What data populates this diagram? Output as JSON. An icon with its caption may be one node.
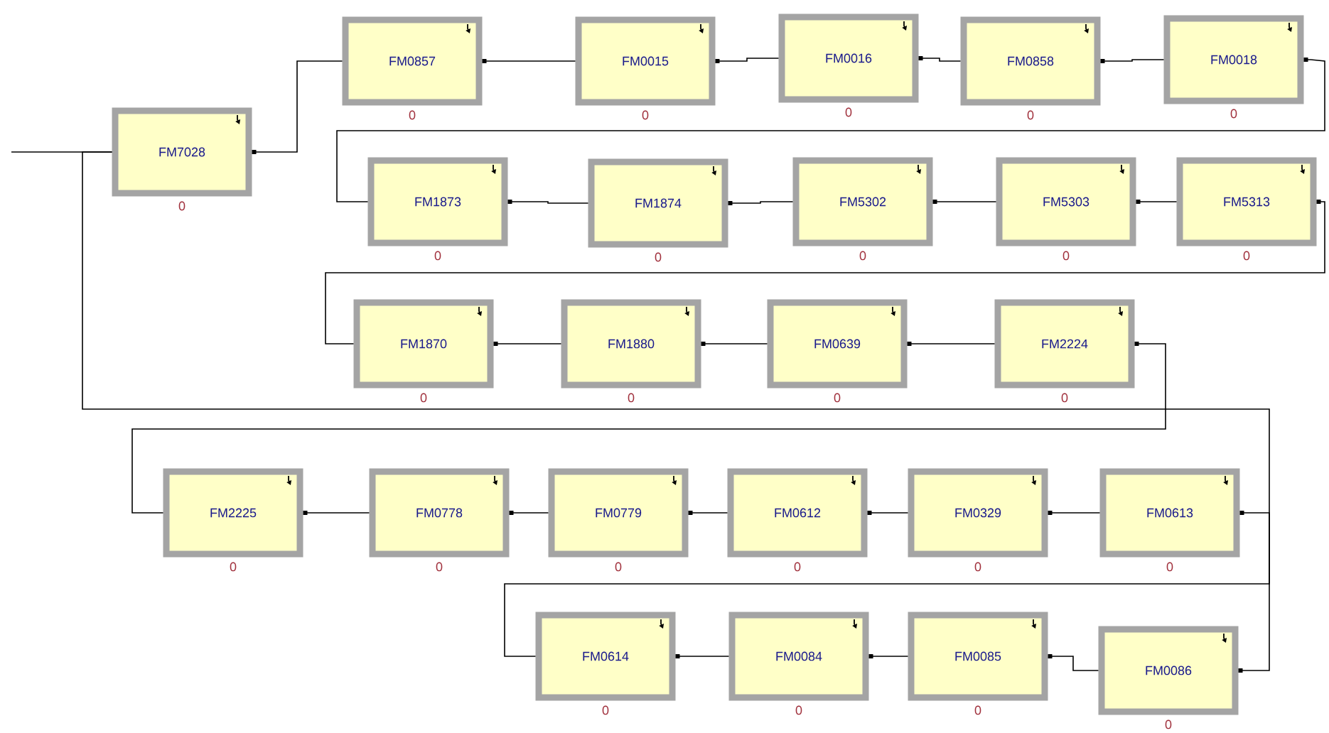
{
  "diagram": {
    "nodes": [
      {
        "text": [
          "FM7028"
        ],
        "beside": [
          "0"
        ]
      },
      {
        "text": [
          "FM0857"
        ],
        "beside": [
          "0"
        ]
      },
      {
        "text": [
          "FM0015"
        ],
        "beside": [
          "0"
        ]
      },
      {
        "text": [
          "FM0016"
        ],
        "beside": [
          "0"
        ]
      },
      {
        "text": [
          "FM0858"
        ],
        "beside": [
          "0"
        ]
      },
      {
        "text": [
          "FM0018"
        ],
        "beside": [
          "0"
        ]
      },
      {
        "text": [
          "FM1873"
        ],
        "beside": [
          "0"
        ]
      },
      {
        "text": [
          "FM1874"
        ],
        "beside": [
          "0"
        ]
      },
      {
        "text": [
          "FM5302"
        ],
        "beside": [
          "0"
        ]
      },
      {
        "text": [
          "FM5303"
        ],
        "beside": [
          "0"
        ]
      },
      {
        "text": [
          "FM5313"
        ],
        "beside": [
          "0"
        ]
      },
      {
        "text": [
          "FM1870"
        ],
        "beside": [
          "0"
        ]
      },
      {
        "text": [
          "FM1880"
        ],
        "beside": [
          "0"
        ]
      },
      {
        "text": [
          "FM0639"
        ],
        "beside": [
          "0"
        ]
      },
      {
        "text": [
          "FM2224"
        ],
        "beside": [
          "0"
        ]
      },
      {
        "text": [
          "FM2225"
        ],
        "beside": [
          "0"
        ]
      },
      {
        "text": [
          "FM0778"
        ],
        "beside": [
          "0"
        ]
      },
      {
        "text": [
          "FM0779"
        ],
        "beside": [
          "0"
        ]
      },
      {
        "text": [
          "FM0612"
        ],
        "beside": [
          "0"
        ]
      },
      {
        "text": [
          "FM0329"
        ],
        "beside": [
          "0"
        ]
      },
      {
        "text": [
          "FM0613"
        ],
        "beside": [
          "0"
        ]
      },
      {
        "text": [
          "FM0614"
        ],
        "beside": [
          "0"
        ]
      },
      {
        "text": [
          "FM0084"
        ],
        "beside": [
          "0"
        ]
      },
      {
        "text": [
          "FM0085"
        ],
        "beside": [
          "0"
        ]
      },
      {
        "text": [
          "FM0086"
        ],
        "beside": [
          "0"
        ]
      }
    ],
    "edges": [
      {
        "from": null,
        "to": 0,
        "arrow": "none"
      },
      {
        "from": 0,
        "to": 1,
        "arrow": "other"
      },
      {
        "from": 1,
        "to": 2,
        "arrow": "other"
      },
      {
        "from": 2,
        "to": 3,
        "arrow": "other"
      },
      {
        "from": 3,
        "to": 4,
        "arrow": "other"
      },
      {
        "from": 4,
        "to": 5,
        "arrow": "other"
      },
      {
        "from": 5,
        "to": 6,
        "arrow": "other"
      },
      {
        "from": 6,
        "to": 7,
        "arrow": "other"
      },
      {
        "from": 7,
        "to": 8,
        "arrow": "other"
      },
      {
        "from": 8,
        "to": 9,
        "arrow": "other"
      },
      {
        "from": 9,
        "to": 10,
        "arrow": "other"
      },
      {
        "from": 10,
        "to": 11,
        "arrow": "other"
      },
      {
        "from": 11,
        "to": 12,
        "arrow": "other"
      },
      {
        "from": 12,
        "to": 13,
        "arrow": "other"
      },
      {
        "from": 13,
        "to": 14,
        "arrow": "other"
      },
      {
        "from": 14,
        "to": 15,
        "arrow": "other"
      },
      {
        "from": 15,
        "to": 16,
        "arrow": "other"
      },
      {
        "from": 16,
        "to": 17,
        "arrow": "other"
      },
      {
        "from": 17,
        "to": 18,
        "arrow": "other"
      },
      {
        "from": 18,
        "to": 19,
        "arrow": "other"
      },
      {
        "from": 19,
        "to": 20,
        "arrow": "other"
      },
      {
        "from": 20,
        "to": 21,
        "arrow": "other"
      },
      {
        "from": 21,
        "to": 22,
        "arrow": "other"
      },
      {
        "from": 22,
        "to": 23,
        "arrow": "other"
      },
      {
        "from": 23,
        "to": 24,
        "arrow": "other"
      },
      {
        "from": 24,
        "to": 0,
        "arrow": "other"
      }
    ]
  }
}
